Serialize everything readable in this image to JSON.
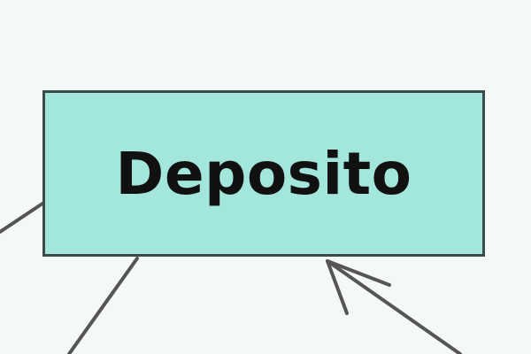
{
  "diagram": {
    "nodes": [
      {
        "id": "deposito",
        "label": "Deposito"
      }
    ],
    "colors": {
      "background": "#f4f9f8",
      "node_fill": "#a3e6dc",
      "node_border": "#3b4a4a",
      "edge": "#555555",
      "text": "#111111"
    },
    "edges": [
      {
        "connects": "deposito",
        "direction": "outgoing"
      },
      {
        "connects": "deposito",
        "direction": "outgoing"
      },
      {
        "connects": "deposito",
        "direction": "incoming",
        "arrowhead": true
      }
    ]
  }
}
